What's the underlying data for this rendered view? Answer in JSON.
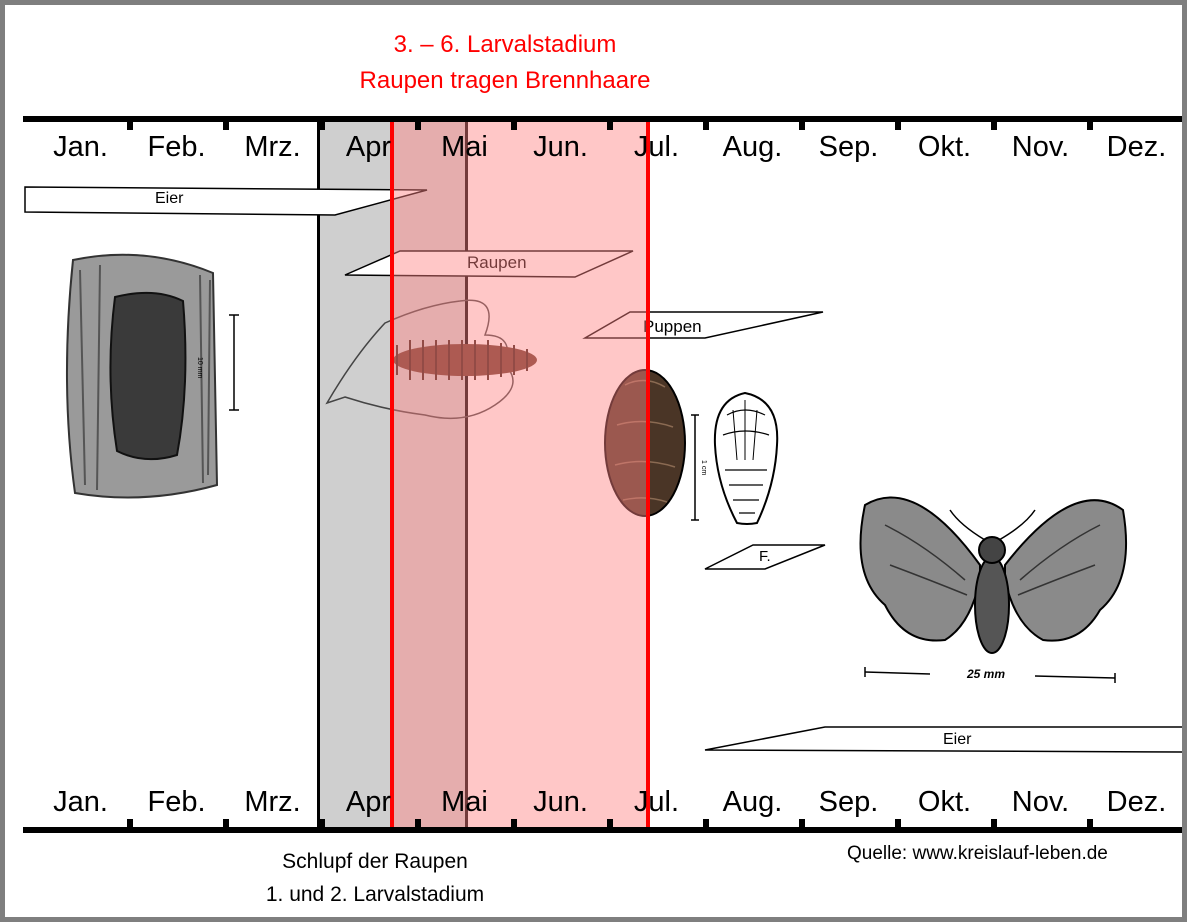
{
  "title": {
    "line1": "3. – 6. Larvalstadium",
    "line2": "Raupen tragen Brennhaare"
  },
  "months": [
    "Jan.",
    "Feb.",
    "Mrz.",
    "Apr",
    "Mai",
    "Jun.",
    "Jul.",
    "Aug.",
    "Sep.",
    "Okt.",
    "Nov.",
    "Dez."
  ],
  "stages": {
    "eggs_start": "Eier",
    "caterpillars": "Raupen",
    "pupae": "Puppen",
    "moth": "F.",
    "eggs_end": "Eier"
  },
  "scale_labels": {
    "egg_scale": "10 mm",
    "pupa_scale": "1 cm",
    "moth_scale": "25 mm"
  },
  "hatch_caption": {
    "line1": "Schlupf der Raupen",
    "line2": "1. und 2. Larvalstadium"
  },
  "source": "Quelle: www.kreislauf-leben.de",
  "colors": {
    "highlight_red": "#ff0000",
    "highlight_fill": "#ffc7c7",
    "hatch_band": "#cfcfcf",
    "frame": "#7f7f7f"
  }
}
